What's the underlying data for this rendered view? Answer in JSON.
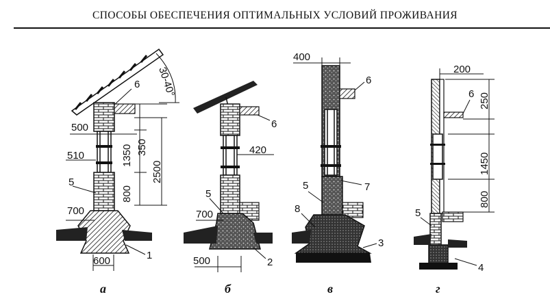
{
  "header": {
    "title": "СПОСОБЫ ОБЕСПЕЧЕНИЯ ОПТИМАЛЬНЫХ УСЛОВИЙ ПРОЖИВАНИЯ"
  },
  "figures": [
    {
      "caption": "а",
      "dims": {
        "angle": "30-40°",
        "d500": "500",
        "d510": "510",
        "d1350": "1350",
        "d350": "350",
        "d2500": "2500",
        "d800": "800",
        "d700": "700",
        "d600": "600"
      },
      "labels": {
        "n6": "6",
        "n5": "5",
        "n1": "1"
      }
    },
    {
      "caption": "б",
      "dims": {
        "d420": "420",
        "d700": "700",
        "d500": "500"
      },
      "labels": {
        "n6": "6",
        "n5": "5",
        "n2": "2"
      }
    },
    {
      "caption": "в",
      "dims": {
        "d400": "400"
      },
      "labels": {
        "n6": "6",
        "n5": "5",
        "n7": "7",
        "n8": "8",
        "n3": "3"
      }
    },
    {
      "caption": "г",
      "dims": {
        "d200": "200",
        "d250": "250",
        "d1450": "1450",
        "d800": "800"
      },
      "labels": {
        "n6": "6",
        "n5": "5",
        "n4": "4"
      }
    }
  ]
}
